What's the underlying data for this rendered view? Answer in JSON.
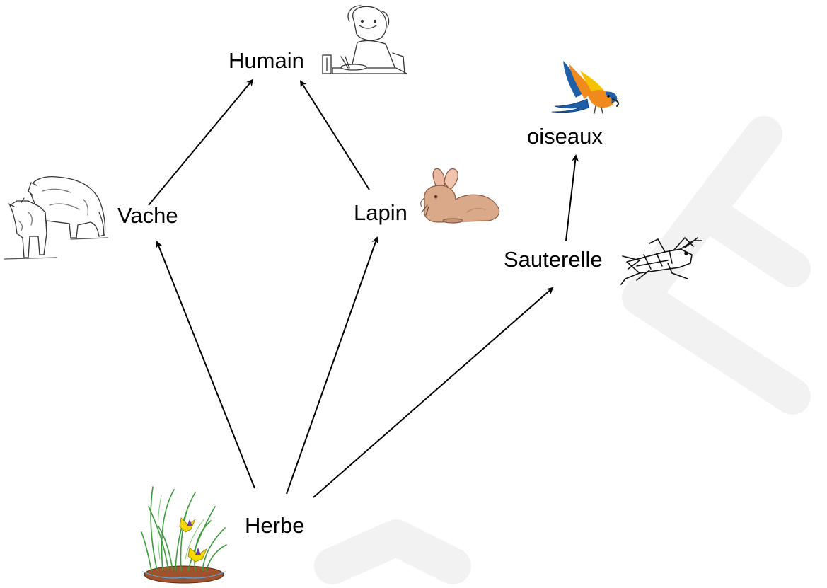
{
  "diagram": {
    "nodes": {
      "humain": {
        "label": "Humain",
        "icon": "person-eating-icon"
      },
      "vache": {
        "label": "Vache",
        "icon": "cow-icon"
      },
      "lapin": {
        "label": "Lapin",
        "icon": "rabbit-icon"
      },
      "oiseaux": {
        "label": "oiseaux",
        "icon": "parrot-icon"
      },
      "sauterelle": {
        "label": "Sauterelle",
        "icon": "grasshopper-icon"
      },
      "herbe": {
        "label": "Herbe",
        "icon": "grass-icon"
      }
    },
    "edges": [
      {
        "from": "herbe",
        "to": "vache"
      },
      {
        "from": "herbe",
        "to": "lapin"
      },
      {
        "from": "herbe",
        "to": "sauterelle"
      },
      {
        "from": "vache",
        "to": "humain"
      },
      {
        "from": "lapin",
        "to": "humain"
      },
      {
        "from": "sauterelle",
        "to": "oiseaux"
      }
    ],
    "colors": {
      "arrow": "#000000",
      "watermark": "#f2f2f2",
      "parrot_orange": "#f08a1c",
      "parrot_blue": "#1e5fa8",
      "rabbit": "#d9a98a",
      "grass_green": "#4caf50",
      "soil": "#a0522d",
      "flower_yellow": "#f5d800"
    }
  }
}
